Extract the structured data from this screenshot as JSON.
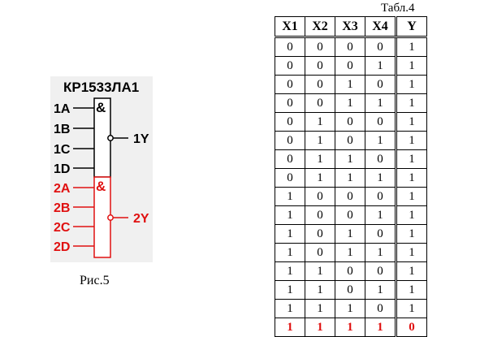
{
  "figure": {
    "chip_name": "КР1533ЛА1",
    "caption": "Рис.5",
    "gate1": {
      "symbol": "&",
      "inputs": [
        "1A",
        "1B",
        "1C",
        "1D"
      ],
      "output": "1Y",
      "color": "#000000"
    },
    "gate2": {
      "symbol": "&",
      "inputs": [
        "2A",
        "2B",
        "2C",
        "2D"
      ],
      "output": "2Y",
      "color": "#e01010"
    },
    "background": "#f0f0f0"
  },
  "table": {
    "caption": "Табл.4",
    "headers": [
      "X1",
      "X2",
      "X3",
      "X4",
      "Y"
    ],
    "rows": [
      [
        "0",
        "0",
        "0",
        "0",
        "1"
      ],
      [
        "0",
        "0",
        "0",
        "1",
        "1"
      ],
      [
        "0",
        "0",
        "1",
        "0",
        "1"
      ],
      [
        "0",
        "0",
        "1",
        "1",
        "1"
      ],
      [
        "0",
        "1",
        "0",
        "0",
        "1"
      ],
      [
        "0",
        "1",
        "0",
        "1",
        "1"
      ],
      [
        "0",
        "1",
        "1",
        "0",
        "1"
      ],
      [
        "0",
        "1",
        "1",
        "1",
        "1"
      ],
      [
        "1",
        "0",
        "0",
        "0",
        "1"
      ],
      [
        "1",
        "0",
        "0",
        "1",
        "1"
      ],
      [
        "1",
        "0",
        "1",
        "0",
        "1"
      ],
      [
        "1",
        "0",
        "1",
        "1",
        "1"
      ],
      [
        "1",
        "1",
        "0",
        "0",
        "1"
      ],
      [
        "1",
        "1",
        "0",
        "1",
        "1"
      ],
      [
        "1",
        "1",
        "1",
        "0",
        "1"
      ],
      [
        "1",
        "1",
        "1",
        "1",
        "0"
      ]
    ],
    "highlight_row": 15,
    "highlight_color": "#e01010"
  }
}
